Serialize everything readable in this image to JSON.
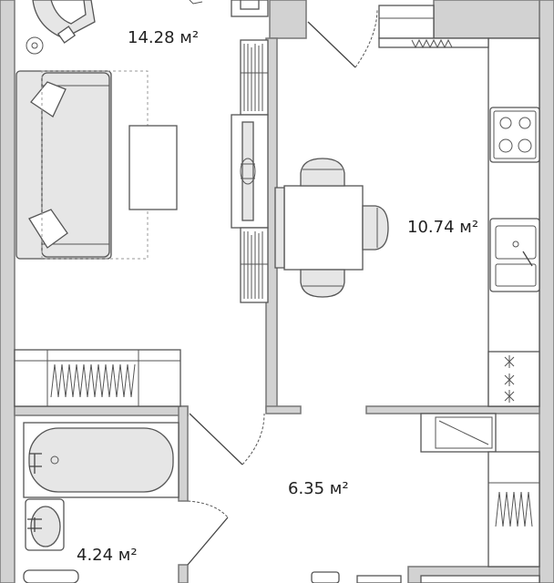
{
  "rooms": [
    {
      "id": "living",
      "area": "14.28 м²"
    },
    {
      "id": "kitchen",
      "area": "10.74 м²"
    },
    {
      "id": "hall",
      "area": "6.35 м²"
    },
    {
      "id": "bathroom",
      "area": "4.24 м²"
    }
  ],
  "colors": {
    "wall": "#d2d2d2",
    "furniture": "#e6e6e6",
    "line": "#444444"
  }
}
